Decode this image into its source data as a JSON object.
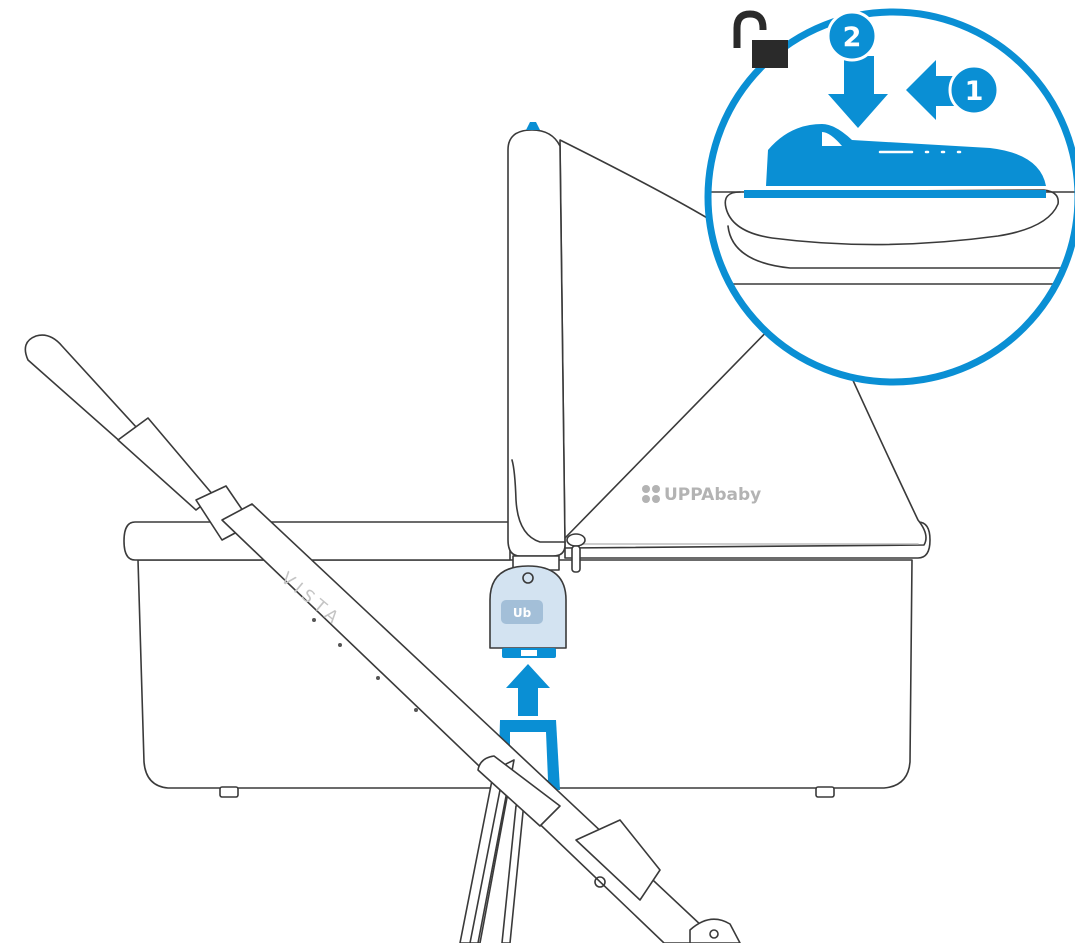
{
  "brand_logo_text": "UPPAbaby",
  "frame_model_text": "VISTA",
  "adapter_logo_text": "Ub",
  "steps": [
    {
      "number": "1",
      "action": "push-left"
    },
    {
      "number": "2",
      "action": "press-down"
    }
  ],
  "lock_state": "unlocked",
  "colors": {
    "accent": "#0a8fd4",
    "line": "#3a3a3a",
    "adapter_fill": "#d3e3f1"
  }
}
